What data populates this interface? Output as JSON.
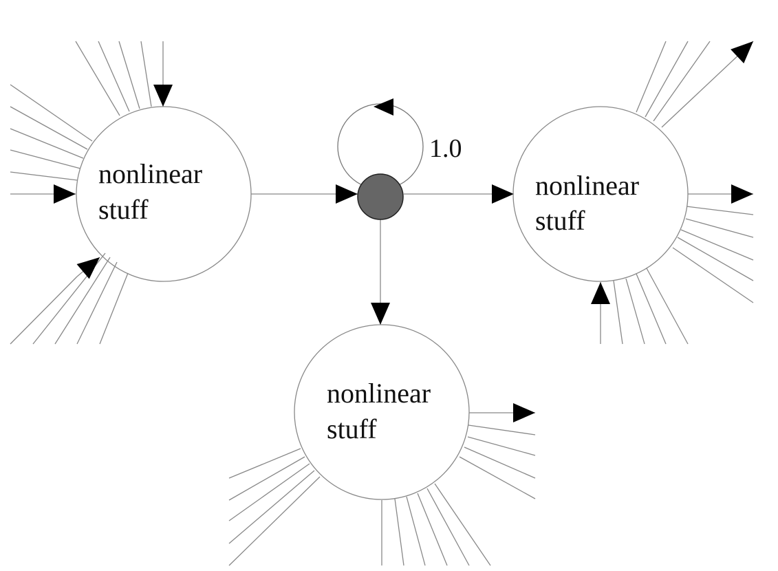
{
  "diagram": {
    "nodes": [
      {
        "id": "left",
        "line1": "nonlinear",
        "line2": "stuff"
      },
      {
        "id": "right",
        "line1": "nonlinear",
        "line2": "stuff"
      },
      {
        "id": "bottom",
        "line1": "nonlinear",
        "line2": "stuff"
      },
      {
        "id": "hub",
        "fill": "#666666"
      }
    ],
    "self_loop_weight": "1.0",
    "edges": [
      {
        "from": "left",
        "to": "hub"
      },
      {
        "from": "hub",
        "to": "right"
      },
      {
        "from": "hub",
        "to": "bottom"
      },
      {
        "from": "hub",
        "to": "hub",
        "label": "1.0"
      }
    ]
  }
}
